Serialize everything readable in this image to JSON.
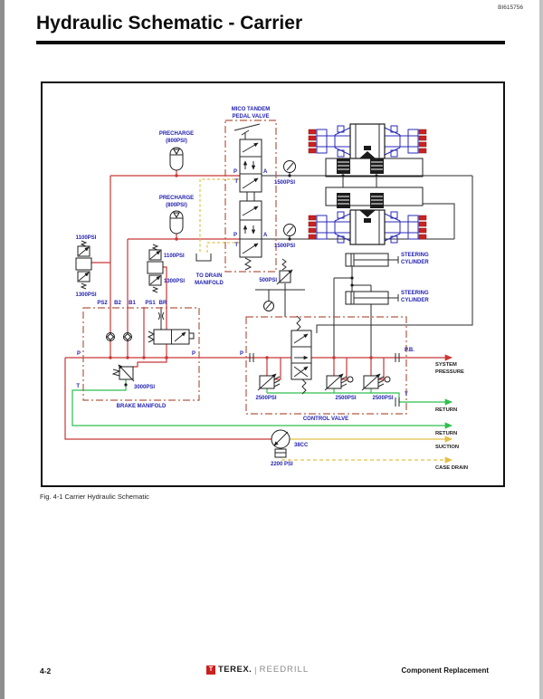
{
  "page": {
    "doc_code": "BI615756",
    "title": "Hydraulic Schematic - Carrier",
    "caption": "Fig. 4-1  Carrier Hydraulic Schematic",
    "footer": {
      "page_number": "4-2",
      "logo_letter": "T",
      "brand_primary": "TEREX.",
      "brand_divider": "|",
      "brand_secondary": "REEDRILL",
      "section": "Component Replacement"
    }
  },
  "diagram": {
    "colors": {
      "pressure_line": "#c83737",
      "return_line": "#2fbf4f",
      "suction_line": "#e2c045",
      "component_blue": "#2a2ab8",
      "manifold_box": "#b35a45"
    },
    "labels": {
      "pedal_valve_line1": "MICO TANDEM",
      "pedal_valve_line2": "PEDAL VALVE",
      "precharge_top_line1": "PRECHARGE",
      "precharge_top_line2": "(800PSI)",
      "precharge_bottom_line1": "PRECHARGE",
      "precharge_bottom_line2": "(800PSI)",
      "gauge_top": "1500PSI",
      "gauge_bottom": "1500PSI",
      "switch_left_top": "1100PSI",
      "switch_left_bottom": "1300PSI",
      "switch_right_top": "1100PSI",
      "switch_right_bottom": "1300PSI",
      "port_ps2": "PS2",
      "port_b2": "B2",
      "port_b1": "B1",
      "port_ps1": "PS1",
      "port_br": "BR",
      "drain_line1": "TO DRAIN",
      "drain_line2": "MANIFOLD",
      "relief_500": "500PSI",
      "steering_top_line1": "STEERING",
      "steering_top_line2": "CYLINDER",
      "steering_bottom_line1": "STEERING",
      "steering_bottom_line2": "CYLINDER",
      "reducing_3000": "3000PSI",
      "brake_manifold": "BRAKE MANIFOLD",
      "relief_2500_1": "2500PSI",
      "relief_2500_2": "2500PSI",
      "relief_2500_3": "2500PSI",
      "control_valve": "CONTROL VALVE",
      "port_p_brake_left": "P",
      "port_t_brake": "T",
      "port_p_brake_right": "P",
      "port_p_cv": "P",
      "port_pb": "P.B.",
      "port_t_cv": "T",
      "pedal_p_top": "P",
      "pedal_t_top": "T",
      "pedal_a_top": "A",
      "pedal_p_bottom": "P",
      "pedal_t_bottom": "T",
      "pedal_a_bottom": "A",
      "sys_pressure_line1": "SYSTEM",
      "sys_pressure_line2": "PRESSURE",
      "return_1": "RETURN",
      "return_2": "RETURN",
      "suction": "SUCTION",
      "case_drain": "CASE DRAIN",
      "pump_displacement": "38CC",
      "pump_pressure": "2200 PSI"
    }
  }
}
